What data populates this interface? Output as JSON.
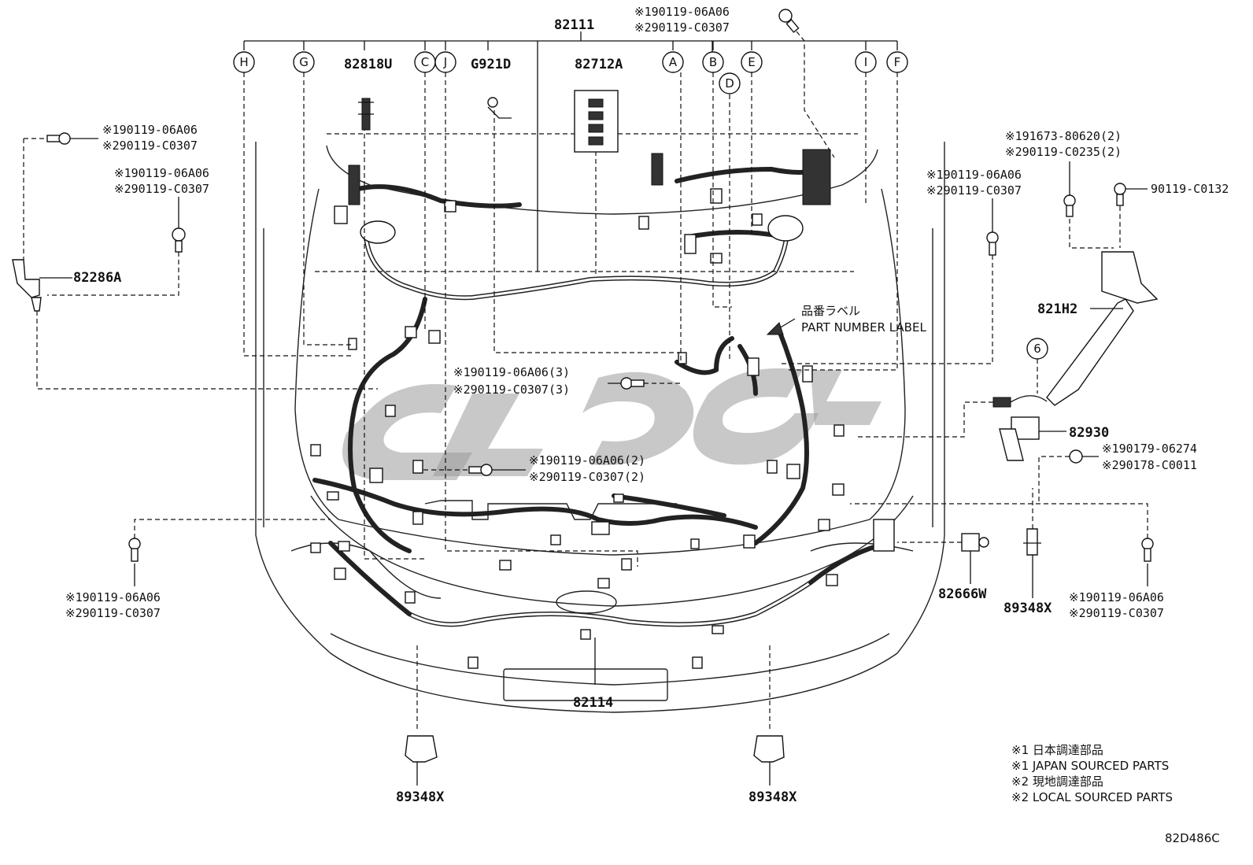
{
  "diagram": {
    "main_part": "82111",
    "top_bolt": {
      "line1": "※190119-06A06",
      "line2": "※290119-C0307"
    },
    "callouts": [
      "H",
      "G",
      "C",
      "J",
      "A",
      "B",
      "D",
      "E",
      "I",
      "F"
    ],
    "parts": {
      "relay_block": "82818U",
      "ground": "G921D",
      "label_part": "82712A",
      "bracket_left": "82286A",
      "front_harness": "82114",
      "clip_left": "89348X",
      "clip_center": "89348X",
      "clip_right": "89348X",
      "sensor_bracket": "821H2",
      "connector": "82930",
      "grommet": "82666W"
    },
    "bolt_notes": {
      "left_top": {
        "line1": "※190119-06A06",
        "line2": "※290119-C0307"
      },
      "left_mid": {
        "line1": "※190119-06A06",
        "line2": "※290119-C0307"
      },
      "right_upper": {
        "line1": "※190119-06A06",
        "line2": "※290119-C0307"
      },
      "center_3": {
        "line1": "※190119-06A06(3)",
        "line2": "※290119-C0307(3)"
      },
      "center_2": {
        "line1": "※190119-06A06(2)",
        "line2": "※290119-C0307(2)"
      },
      "left_low": {
        "line1": "※190119-06A06",
        "line2": "※290119-C0307"
      },
      "right_low": {
        "line1": "※190119-06A06",
        "line2": "※290119-C0307"
      },
      "sensor_bolts": {
        "line1": "※191673-80620(2)",
        "line2": "※290119-C0235(2)"
      },
      "sensor_nut": "90119-C0132",
      "connector_bolt": {
        "line1": "※190179-06274",
        "line2": "※290178-C0011"
      }
    },
    "part_label_callout": {
      "jp": "品番ラベル",
      "en": "PART NUMBER LABEL"
    },
    "step_number": "6",
    "legend": [
      "※1 日本調達部品",
      "※1 JAPAN SOURCED PARTS",
      "※2 現地調達部品",
      "※2 LOCAL SOURCED PARTS"
    ],
    "figure_id": "82D486C"
  }
}
